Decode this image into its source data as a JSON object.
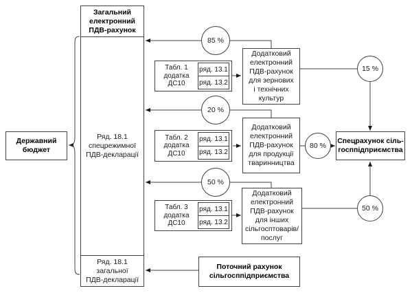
{
  "colors": {
    "line": "#404040",
    "arrow": "#1a1a1a",
    "background": "#ffffff",
    "text": "#1a1a1a"
  },
  "nodes": {
    "general_account_header": "Загальний\nелектронний\nПДВ-рахунок",
    "general_account_body": "Ряд. 18.1\nспецрежимної\nПДВ-декларації",
    "general_account_footer": "Ряд. 18.1\nзагальної\nПДВ-декларації",
    "state_budget": "Державний\nбюджет",
    "additional_grain": "Додатковий\nелектронний\nПДВ-рахунок\nдля зернових\nі технічних\nкультур",
    "additional_livestock": "Додатковий\nелектронний\nПДВ-рахунок\nдля продукції\nтваринництва",
    "additional_other": "Додатковий\nелектронний\nПДВ-рахунок\nдля інших\nсільгосптоварів/\nпослуг",
    "special_account": "Спецрахунок сіль-\nгосппідприємства",
    "current_account": "Поточний рахунок\nсільгосппідприємства"
  },
  "tables": [
    {
      "label": "Табл. 1\nдодатка\nДС10",
      "row1": "ряд. 13.1",
      "row2": "ряд. 13.2"
    },
    {
      "label": "Табл. 2\nдодатка\nДС10",
      "row1": "ряд. 13.1",
      "row2": "ряд. 13.2"
    },
    {
      "label": "Табл. 3\nдодатка\nДС10",
      "row1": "ряд. 13.1",
      "row2": "ряд. 13.2"
    }
  ],
  "percentages": {
    "grain_to_general": "85 %",
    "grain_to_special": "15 %",
    "livestock_to_general": "20 %",
    "livestock_to_special": "80 %",
    "other_to_general": "50 %",
    "other_to_special": "50 %"
  }
}
